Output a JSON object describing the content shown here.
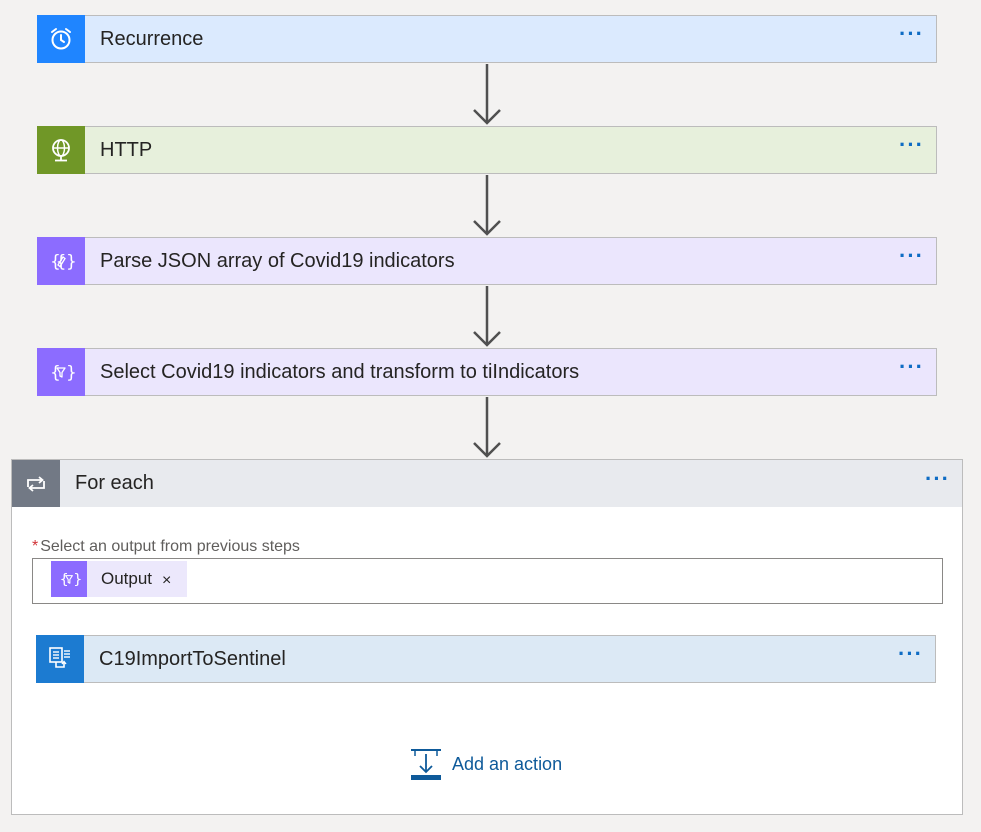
{
  "steps": [
    {
      "label": "Recurrence",
      "more": "···",
      "icon": "alarm-clock-icon",
      "icon_bg": "#1f85ff",
      "bg": "#dbeafe"
    },
    {
      "label": "HTTP",
      "more": "···",
      "icon": "globe-icon",
      "icon_bg": "#709727",
      "bg": "#e7f0dc"
    },
    {
      "label": "Parse JSON array of Covid19 indicators",
      "more": "···",
      "icon": "parse-json-icon",
      "icon_bg": "#8c6cff",
      "bg": "#ebe6fd"
    },
    {
      "label": "Select Covid19 indicators and transform to tiIndicators",
      "more": "···",
      "icon": "select-icon",
      "icon_bg": "#8c6cff",
      "bg": "#ebe6fd"
    }
  ],
  "foreach": {
    "label": "For each",
    "more": "···",
    "icon": "loop-icon",
    "field_required_mark": "*",
    "field_label": "Select an output from previous steps",
    "token": {
      "label": "Output",
      "close": "×",
      "icon": "select-icon"
    },
    "inner_step": {
      "label": "C19ImportToSentinel",
      "more": "···",
      "icon": "logic-app-icon",
      "icon_bg": "#1c7bd1",
      "bg": "#dce9f5"
    },
    "add_action": "Add an action"
  }
}
